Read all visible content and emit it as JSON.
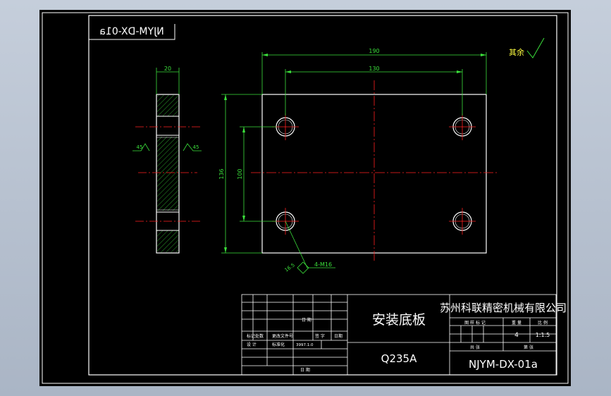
{
  "drawing": {
    "reversed_code": "NJYM-DX-01a",
    "surface_finish_note": "其余",
    "dim_overall_width": "190",
    "dim_hole_pitch_x": "130",
    "dim_overall_height": "136",
    "dim_hole_pitch_y": "100",
    "dim_thickness": "20",
    "chamfer_left": "45",
    "chamfer_right": "45",
    "hole_note": "4-M16",
    "leader_note": "16.5"
  },
  "title_block": {
    "part_name": "安装底板",
    "material": "Q235A",
    "company": "苏州科联精密机械有限公司",
    "drawing_number": "NJYM-DX-01a",
    "scale": "1:1.5",
    "quantity": "4",
    "hdr_stage_mark": "图 样 标 记",
    "hdr_weight": "重 量",
    "hdr_scale": "比 例",
    "hdr_sheets_total": "共 张",
    "hdr_sheet_no": "第 张",
    "row_mark": "标记",
    "row_count": "处数",
    "row_change_doc": "更改文件号",
    "row_sign": "签 字",
    "row_date": "日期",
    "row_design": "设 计",
    "row_standard": "标准化",
    "row_code": "3997.1.0",
    "row_date2": "日 期",
    "row_date3": "日 期"
  },
  "colors": {
    "outline": "#ffffff",
    "dimension": "#3be03b",
    "center": "#ff2020"
  }
}
